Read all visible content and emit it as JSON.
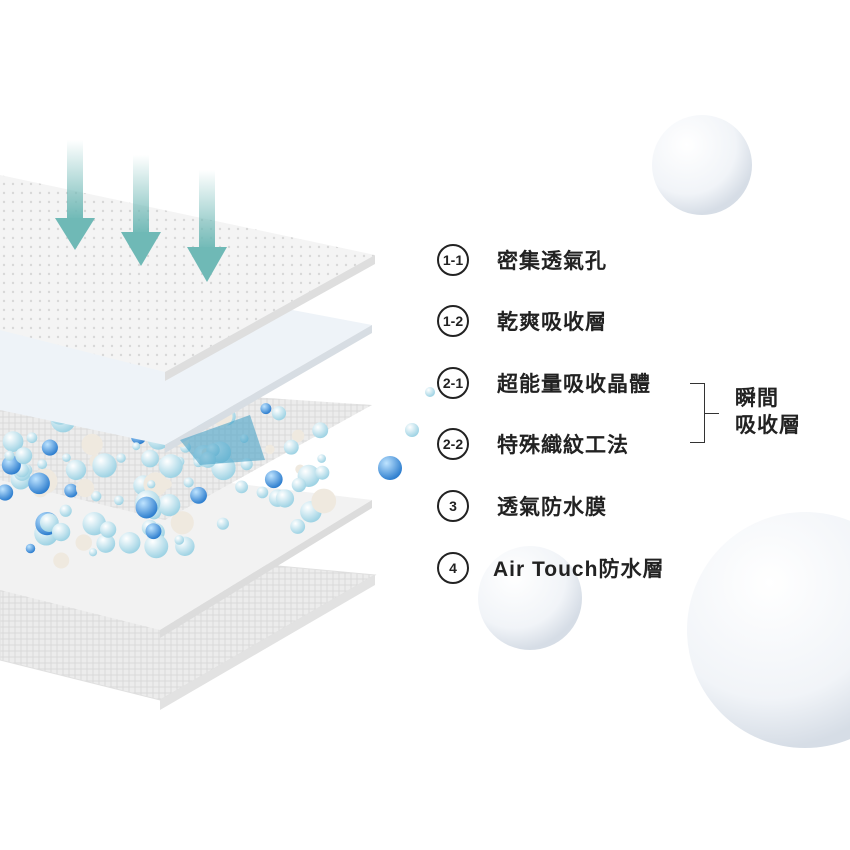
{
  "layers": [
    {
      "badge": "1-1",
      "label": "密集透氣孔"
    },
    {
      "badge": "1-2",
      "label": "乾爽吸收層"
    },
    {
      "badge": "2-1",
      "label": "超能量吸收晶體"
    },
    {
      "badge": "2-2",
      "label": "特殊織紋工法"
    },
    {
      "badge": "3",
      "label": "透氣防水膜"
    },
    {
      "badge": "4",
      "label": "Air Touch防水層"
    }
  ],
  "group": {
    "line1": "瞬間",
    "line2": "吸收層"
  },
  "colors": {
    "arrow": "#6fb9b6",
    "bead_blue": "#3a8fd6",
    "bead_light": "#bfe3ee",
    "text": "#222222"
  }
}
